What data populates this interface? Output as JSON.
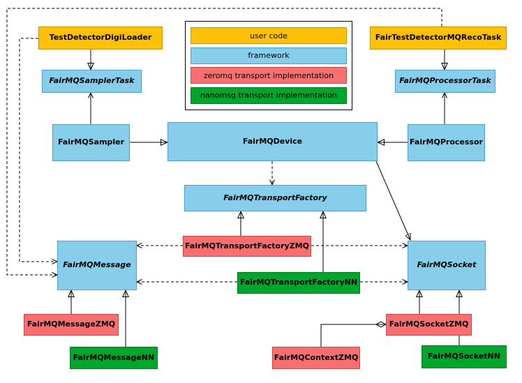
{
  "diagram_type": "uml-class-diagram",
  "colors": {
    "user_code": "#FFC107",
    "framework": "#87CEEB",
    "zeromq": "#F96E6E",
    "nanomsg": "#00A62B",
    "line": "#000000",
    "background": "#FFFFFF"
  },
  "legend": {
    "items": [
      {
        "label": "user code",
        "category": "user_code"
      },
      {
        "label": "framework",
        "category": "framework"
      },
      {
        "label": "zeromq transport implementation",
        "category": "zeromq"
      },
      {
        "label": "nanomsg transport implementation",
        "category": "nanomsg"
      }
    ]
  },
  "nodes": {
    "testDetectorDigiLoader": {
      "label": "TestDetectorDigiLoader",
      "category": "user_code",
      "abstract": false
    },
    "fairTestDetectorMQRecoTask": {
      "label": "FairTestDetectorMQRecoTask",
      "category": "user_code",
      "abstract": false
    },
    "fairMQSamplerTask": {
      "label": "FairMQSamplerTask",
      "category": "framework",
      "abstract": true
    },
    "fairMQProcessorTask": {
      "label": "FairMQProcessorTask",
      "category": "framework",
      "abstract": true
    },
    "fairMQSampler": {
      "label": "FairMQSampler",
      "category": "framework",
      "abstract": false
    },
    "fairMQDevice": {
      "label": "FairMQDevice",
      "category": "framework",
      "abstract": false
    },
    "fairMQProcessor": {
      "label": "FairMQProcessor",
      "category": "framework",
      "abstract": false
    },
    "fairMQTransportFactory": {
      "label": "FairMQTransportFactory",
      "category": "framework",
      "abstract": true
    },
    "fairMQTransportFactoryZMQ": {
      "label": "FairMQTransportFactoryZMQ",
      "category": "zeromq",
      "abstract": false
    },
    "fairMQTransportFactoryNN": {
      "label": "FairMQTransportFactoryNN",
      "category": "nanomsg",
      "abstract": false
    },
    "fairMQMessage": {
      "label": "FairMQMessage",
      "category": "framework",
      "abstract": true
    },
    "fairMQSocket": {
      "label": "FairMQSocket",
      "category": "framework",
      "abstract": true
    },
    "fairMQMessageZMQ": {
      "label": "FairMQMessageZMQ",
      "category": "zeromq",
      "abstract": false
    },
    "fairMQMessageNN": {
      "label": "FairMQMessageNN",
      "category": "nanomsg",
      "abstract": false
    },
    "fairMQContextZMQ": {
      "label": "FairMQContextZMQ",
      "category": "zeromq",
      "abstract": false
    },
    "fairMQSocketZMQ": {
      "label": "FairMQSocketZMQ",
      "category": "zeromq",
      "abstract": false
    },
    "fairMQSocketNN": {
      "label": "FairMQSocketNN",
      "category": "nanomsg",
      "abstract": false
    }
  },
  "edges": [
    {
      "from": "TestDetectorDigiLoader",
      "to": "FairMQSamplerTask",
      "type": "inheritance"
    },
    {
      "from": "FairMQSampler",
      "to": "FairMQSamplerTask",
      "type": "association"
    },
    {
      "from": "FairMQSampler",
      "to": "FairMQDevice",
      "type": "inheritance"
    },
    {
      "from": "FairTestDetectorMQRecoTask",
      "to": "FairMQProcessorTask",
      "type": "inheritance"
    },
    {
      "from": "FairMQProcessor",
      "to": "FairMQProcessorTask",
      "type": "association"
    },
    {
      "from": "FairMQProcessor",
      "to": "FairMQDevice",
      "type": "inheritance"
    },
    {
      "from": "FairMQDevice",
      "to": "FairMQTransportFactory",
      "type": "dependency"
    },
    {
      "from": "FairMQDevice",
      "to": "FairMQSocket",
      "type": "association"
    },
    {
      "from": "FairMQTransportFactoryZMQ",
      "to": "FairMQTransportFactory",
      "type": "inheritance"
    },
    {
      "from": "FairMQTransportFactoryNN",
      "to": "FairMQTransportFactory",
      "type": "inheritance"
    },
    {
      "from": "FairMQTransportFactoryZMQ",
      "to": "FairMQMessage",
      "type": "dependency"
    },
    {
      "from": "FairMQTransportFactoryZMQ",
      "to": "FairMQSocket",
      "type": "dependency"
    },
    {
      "from": "FairMQTransportFactoryNN",
      "to": "FairMQMessage",
      "type": "dependency"
    },
    {
      "from": "FairMQTransportFactoryNN",
      "to": "FairMQSocket",
      "type": "dependency"
    },
    {
      "from": "TestDetectorDigiLoader",
      "to": "FairMQMessage",
      "type": "dependency"
    },
    {
      "from": "FairTestDetectorMQRecoTask",
      "to": "FairMQMessage",
      "type": "dependency"
    },
    {
      "from": "FairMQMessageZMQ",
      "to": "FairMQMessage",
      "type": "inheritance"
    },
    {
      "from": "FairMQMessageNN",
      "to": "FairMQMessage",
      "type": "inheritance"
    },
    {
      "from": "FairMQSocketZMQ",
      "to": "FairMQSocket",
      "type": "inheritance"
    },
    {
      "from": "FairMQSocketNN",
      "to": "FairMQSocket",
      "type": "inheritance"
    },
    {
      "from": "FairMQSocketZMQ",
      "to": "FairMQContextZMQ",
      "type": "composition"
    }
  ]
}
